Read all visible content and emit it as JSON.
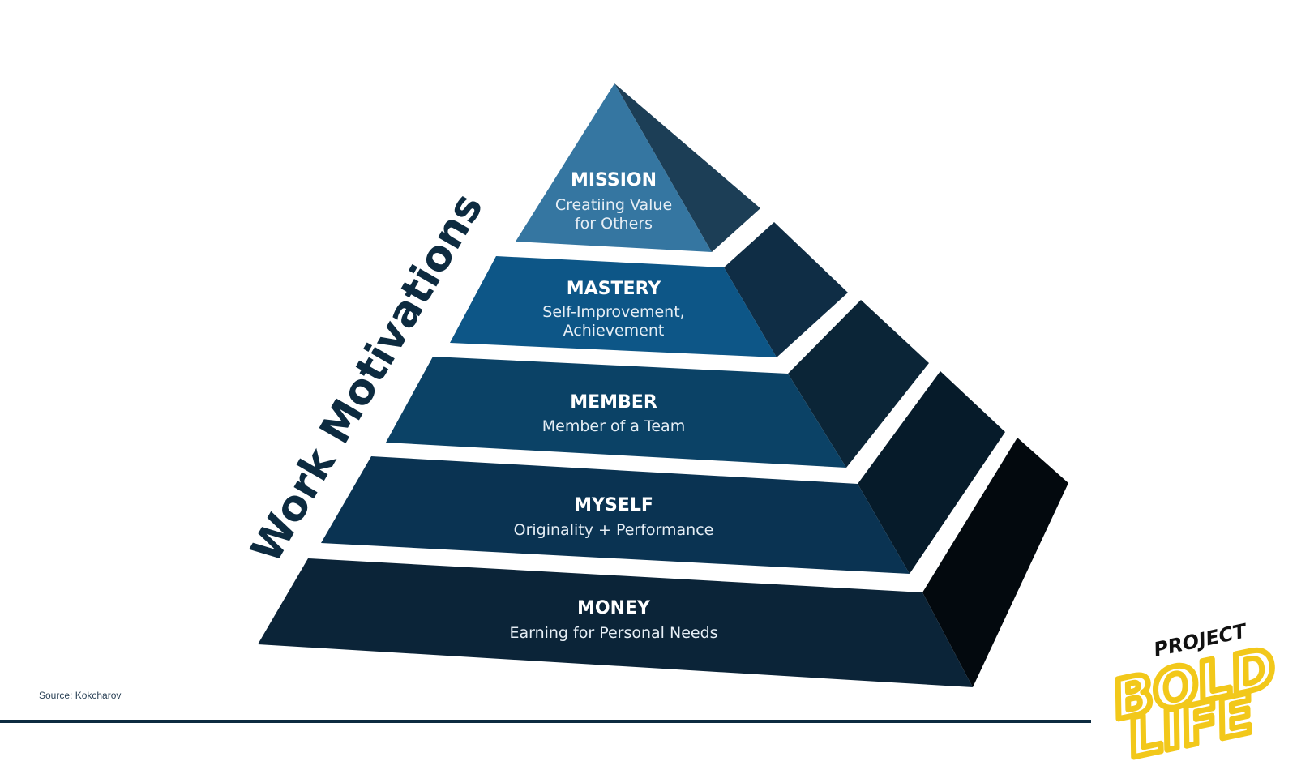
{
  "diagram": {
    "side_title": "Work Motivations",
    "levels": [
      {
        "title": "MISSION",
        "lines": [
          "Creatiing Value",
          "for Others"
        ],
        "front_color": "#3576a1",
        "side_color": "#1c3e56"
      },
      {
        "title": "MASTERY",
        "lines": [
          "Self-Improvement,",
          "Achievement"
        ],
        "front_color": "#0d5687",
        "side_color": "#0f2d45"
      },
      {
        "title": "MEMBER",
        "lines": [
          "Member of a Team"
        ],
        "front_color": "#0b4266",
        "side_color": "#0b2537"
      },
      {
        "title": "MYSELF",
        "lines": [
          "Originality + Performance"
        ],
        "front_color": "#0a3352",
        "side_color": "#061b2a"
      },
      {
        "title": "MONEY",
        "lines": [
          "Earning for Personal Needs"
        ],
        "front_color": "#0b2438",
        "side_color": "#03090e"
      }
    ]
  },
  "footer": {
    "source": "Source: Kokcharov",
    "rule_color": "#0d2b40"
  },
  "logo": {
    "top": "PROJECT",
    "line1": "BOLD",
    "line2": "LIFE",
    "accent": "#f2c81a"
  }
}
